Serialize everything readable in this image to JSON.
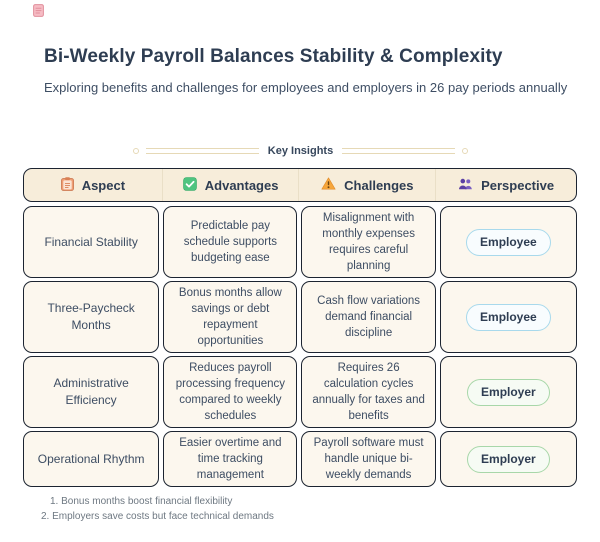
{
  "page": {
    "title": "Bi-Weekly Payroll Balances Stability & Complexity",
    "subtitle": "Exploring benefits and challenges for employees and employers in 26 pay periods annually",
    "section_label": "Key Insights"
  },
  "chart_data": {
    "type": "table",
    "title": "Bi-Weekly Payroll Balances Stability & Complexity",
    "subtitle": "Exploring benefits and challenges for employees and employers in 26 pay periods annually",
    "section_label": "Key Insights",
    "columns": [
      {
        "label": "Aspect",
        "icon": "clipboard-icon"
      },
      {
        "label": "Advantages",
        "icon": "check-icon"
      },
      {
        "label": "Challenges",
        "icon": "warning-icon"
      },
      {
        "label": "Perspective",
        "icon": "people-icon"
      }
    ],
    "rows": [
      {
        "aspect": "Financial Stability",
        "advantage": "Predictable pay schedule supports budgeting ease",
        "challenge": "Misalignment with monthly expenses requires careful planning",
        "perspective": "Employee"
      },
      {
        "aspect": "Three-Paycheck Months",
        "advantage": "Bonus months allow savings or debt repayment opportunities",
        "challenge": "Cash flow variations demand financial discipline",
        "perspective": "Employee"
      },
      {
        "aspect": "Administrative Efficiency",
        "advantage": "Reduces payroll processing frequency compared to weekly schedules",
        "challenge": "Requires 26 calculation cycles annually for taxes and benefits",
        "perspective": "Employer"
      },
      {
        "aspect": "Operational Rhythm",
        "advantage": "Easier overtime and time tracking management",
        "challenge": "Payroll software must handle unique bi-weekly demands",
        "perspective": "Employer"
      }
    ],
    "footnotes": [
      "1. Bonus months boost financial flexibility",
      "2. Employers save costs but face technical demands"
    ],
    "colors": {
      "title_text": "#2e3d52",
      "body_text": "#3d4d63",
      "card_border": "#1c2431",
      "header_bg": "#f7edda",
      "cell_bg": "#fcf7ee",
      "divider_line": "#e6d9b6",
      "employee_badge_border": "#a8d9ec",
      "employer_badge_border": "#a8d7a9",
      "footnote_text": "#6e7882",
      "aspect_icon": "#ef9d73",
      "advantage_icon": "#4fc480",
      "challenge_icon": "#f6a63b",
      "perspective_icon": "#5b3fa3",
      "corner_icon": "#f6bcc4"
    }
  }
}
